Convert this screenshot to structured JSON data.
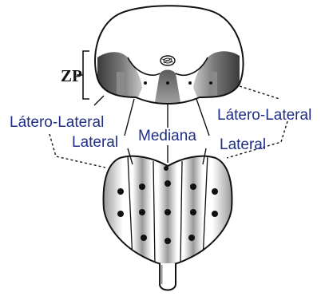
{
  "labels": {
    "zp": "ZP",
    "latero_lateral_left": "Látero-Lateral",
    "latero_lateral_right": "Látero-Lateral",
    "lateral_left": "Lateral",
    "mediana": "Mediana",
    "lateral_right": "Lateral"
  },
  "colors": {
    "label_text": "#1f2e86",
    "outline": "#111111",
    "shading": "#666666",
    "background": "#ffffff"
  },
  "icons": {
    "biopsy_point": "filled-circle",
    "zone_bracket": "bracket"
  }
}
